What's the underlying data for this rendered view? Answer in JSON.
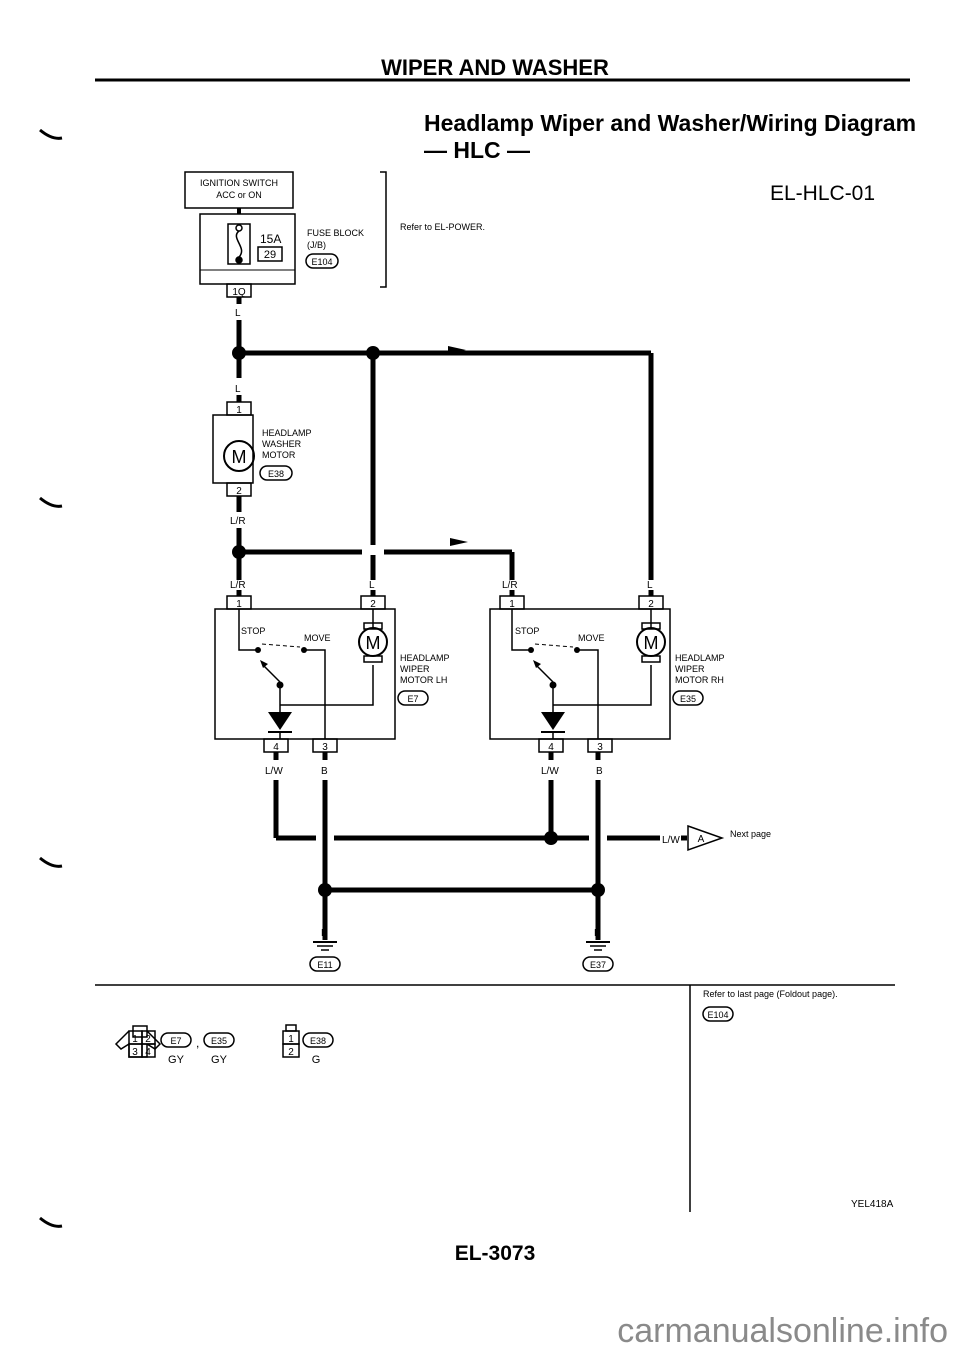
{
  "header": {
    "section_title": "WIPER AND WASHER",
    "diagram_title_line1": "Headlamp Wiper and Washer/Wiring Diagram",
    "diagram_title_line2": "— HLC —",
    "diagram_code": "EL-HLC-01"
  },
  "ignition": {
    "label_line1": "IGNITION SWITCH",
    "label_line2": "ACC or ON"
  },
  "fuse": {
    "amps": "15A",
    "number": "29",
    "block_line1": "FUSE BLOCK",
    "block_line2": "(J/B)",
    "connector": "E104",
    "terminal": "1Q",
    "refer": "Refer to EL-POWER."
  },
  "wires": {
    "l": "L",
    "lr": "L/R",
    "lw": "L/W",
    "b": "B"
  },
  "washer_motor": {
    "label_line1": "HEADLAMP",
    "label_line2": "WASHER",
    "label_line3": "MOTOR",
    "connector": "E38",
    "pin_top": "1",
    "pin_bottom": "2",
    "symbol": "M"
  },
  "wiper_lh": {
    "label_line1": "HEADLAMP",
    "label_line2": "WIPER",
    "label_line3": "MOTOR LH",
    "connector": "E7",
    "stop": "STOP",
    "move": "MOVE",
    "symbol": "M",
    "pins": [
      "1",
      "2",
      "4",
      "3"
    ]
  },
  "wiper_rh": {
    "label_line1": "HEADLAMP",
    "label_line2": "WIPER",
    "label_line3": "MOTOR RH",
    "connector": "E35",
    "stop": "STOP",
    "move": "MOVE",
    "symbol": "M",
    "pins": [
      "1",
      "2",
      "4",
      "3"
    ]
  },
  "next_page": {
    "marker": "A",
    "label": "Next page"
  },
  "grounds": [
    "E11",
    "E37"
  ],
  "legend": {
    "connector_pins": [
      "1",
      "2",
      "3",
      "4"
    ],
    "e7": "E7",
    "e35": "E35",
    "sep": ",",
    "gy1": "GY",
    "gy2": "GY",
    "e38_pins": [
      "1",
      "2"
    ],
    "e38": "E38",
    "g": "G",
    "refer_last": "Refer to last page (Foldout page).",
    "e104": "E104",
    "code": "YEL418A"
  },
  "footer": {
    "page": "EL-3073",
    "watermark": "carmanualsonline.info"
  }
}
